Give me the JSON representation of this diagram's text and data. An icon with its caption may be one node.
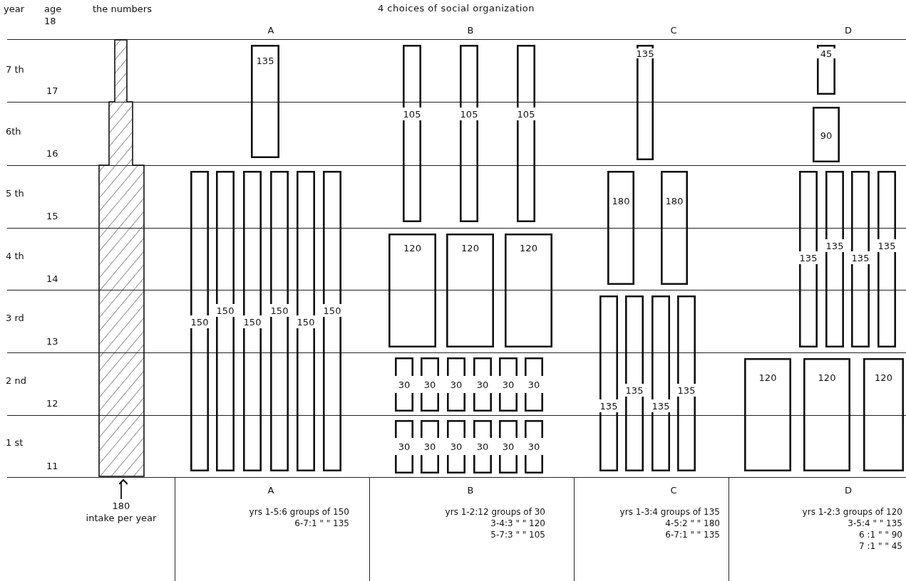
{
  "diagram": {
    "title": "4 choices of social organization",
    "nodes": [
      {
        "text": [],
        "shape": "bar"
      },
      {
        "text": [
          "135"
        ]
      },
      {
        "text": [
          "150"
        ]
      },
      {
        "text": [
          "150"
        ]
      },
      {
        "text": [
          "150"
        ]
      },
      {
        "text": [
          "150"
        ]
      },
      {
        "text": [
          "150"
        ]
      },
      {
        "text": [
          "150"
        ]
      },
      {
        "text": [
          "105"
        ]
      },
      {
        "text": [
          "105"
        ]
      },
      {
        "text": [
          "105"
        ]
      },
      {
        "text": [
          "120"
        ]
      },
      {
        "text": [
          "120"
        ]
      },
      {
        "text": [
          "120"
        ]
      },
      {
        "text": [
          "30"
        ]
      },
      {
        "text": [
          "30"
        ]
      },
      {
        "text": [
          "30"
        ]
      },
      {
        "text": [
          "30"
        ]
      },
      {
        "text": [
          "30"
        ]
      },
      {
        "text": [
          "30"
        ]
      },
      {
        "text": [
          "30"
        ]
      },
      {
        "text": [
          "30"
        ]
      },
      {
        "text": [
          "30"
        ]
      },
      {
        "text": [
          "30"
        ]
      },
      {
        "text": [
          "30"
        ]
      },
      {
        "text": [
          "30"
        ]
      },
      {
        "text": [
          "135"
        ]
      },
      {
        "text": [
          "180"
        ]
      },
      {
        "text": [
          "180"
        ]
      },
      {
        "text": [
          "135"
        ]
      },
      {
        "text": [
          "135"
        ]
      },
      {
        "text": [
          "135"
        ]
      },
      {
        "text": [
          "135"
        ]
      },
      {
        "text": [
          "45"
        ]
      },
      {
        "text": [
          "90"
        ]
      },
      {
        "text": [
          "135"
        ]
      },
      {
        "text": [
          "135"
        ]
      },
      {
        "text": [
          "135"
        ]
      },
      {
        "text": [
          "135"
        ]
      },
      {
        "text": [
          "120"
        ]
      },
      {
        "text": [
          "120"
        ]
      },
      {
        "text": [
          "120"
        ]
      },
      {
        "text": [
          "180",
          "intake per year"
        ]
      }
    ],
    "edges": [
      {
        "from": 42,
        "to": 0,
        "arrow": "to"
      }
    ],
    "labels": [
      "year",
      "age",
      "the numbers",
      "18",
      "A",
      "B",
      "C",
      "D",
      "7 th",
      "17",
      "6th",
      "16",
      "5 th",
      "15",
      "4 th",
      "14",
      "3 rd",
      "13",
      "2 nd",
      "12",
      "1 st",
      "11",
      "A",
      "B",
      "C",
      "D",
      "yrs 1-5:6 groups of 150",
      "6-7:1 \" \" 135",
      "yrs 1-2:12 groups of 30",
      "3-4:3 \" \" 120",
      "5-7:3 \" \" 105",
      "yrs 1-3:4 groups of 135",
      "4-5:2 \" \" 180",
      "6-7:1 \" \" 135",
      "yrs 1-2:3 groups of 120",
      "3-5:4 \" \" 135",
      "6 :1 \" \" 90",
      "7 :1 \" \" 45"
    ]
  }
}
